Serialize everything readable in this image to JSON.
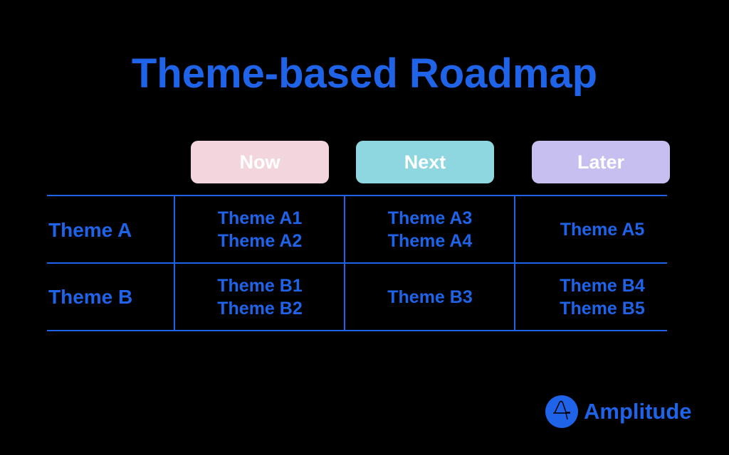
{
  "title": "Theme-based Roadmap",
  "columns": [
    {
      "label": "Now",
      "color": "#f3d6dd"
    },
    {
      "label": "Next",
      "color": "#8fd7e0"
    },
    {
      "label": "Later",
      "color": "#c7bff0"
    }
  ],
  "rows": [
    {
      "label": "Theme A",
      "cells": [
        [
          "Theme A1",
          "Theme A2"
        ],
        [
          "Theme A3",
          "Theme A4"
        ],
        [
          "Theme A5"
        ]
      ]
    },
    {
      "label": "Theme B",
      "cells": [
        [
          "Theme B1",
          "Theme B2"
        ],
        [
          "Theme B3"
        ],
        [
          "Theme B4",
          "Theme B5"
        ]
      ]
    }
  ],
  "brand": {
    "name": "Amplitude",
    "accent": "#1f63e8"
  }
}
